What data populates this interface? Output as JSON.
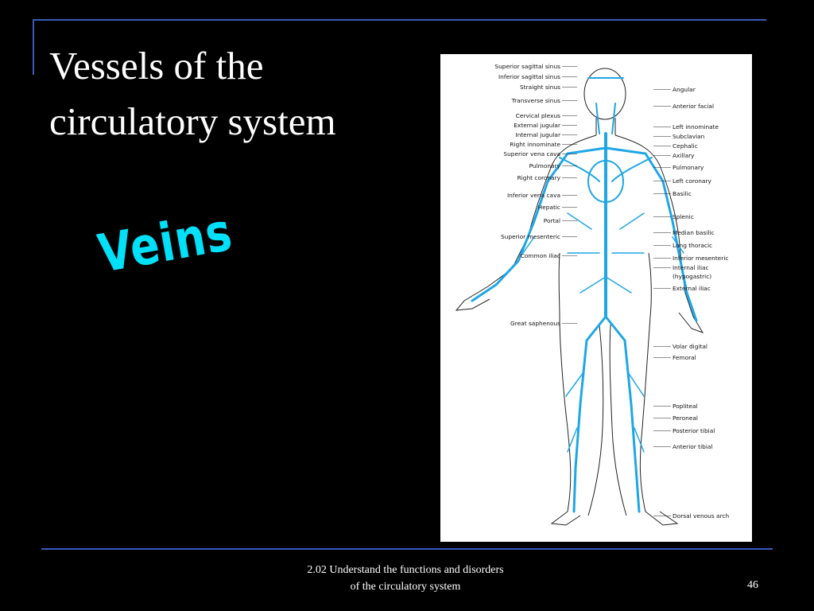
{
  "slide": {
    "title_line1": "Vessels of the",
    "title_line2": "circulatory system",
    "callout": "Veins",
    "footer_line1": "2.02 Understand the functions and disorders",
    "footer_line2": "of the circulatory system",
    "page_number": "46"
  },
  "colors": {
    "background": "#000000",
    "accent_rule": "#3a5bb8",
    "callout": "#00e0f8",
    "vein": "#1fa6e6"
  },
  "diagram": {
    "left_labels": [
      "Superior sagittal sinus",
      "Inferior sagittal sinus",
      "Straight sinus",
      "Transverse sinus",
      "Cervical plexus",
      "External jugular",
      "Internal jugular",
      "Right innominate",
      "Superior vena cava",
      "Pulmonary",
      "Right coronary",
      "Inferior vena cava",
      "Hepatic",
      "Portal",
      "Superior mesenteric",
      "Common iliac",
      "Great saphenous"
    ],
    "right_labels": [
      "Angular",
      "Anterior facial",
      "Left innominate",
      "Subclavian",
      "Cephalic",
      "Axillary",
      "Pulmonary",
      "Left coronary",
      "Basilic",
      "Splenic",
      "Median basilic",
      "Long thoracic",
      "Inferior mesenteric",
      "Internal iliac",
      "(hypogastric)",
      "External iliac",
      "Volar digital",
      "Femoral",
      "Popliteal",
      "Peroneal",
      "Posterior tibial",
      "Anterior tibial",
      "Dorsal venous arch"
    ]
  }
}
